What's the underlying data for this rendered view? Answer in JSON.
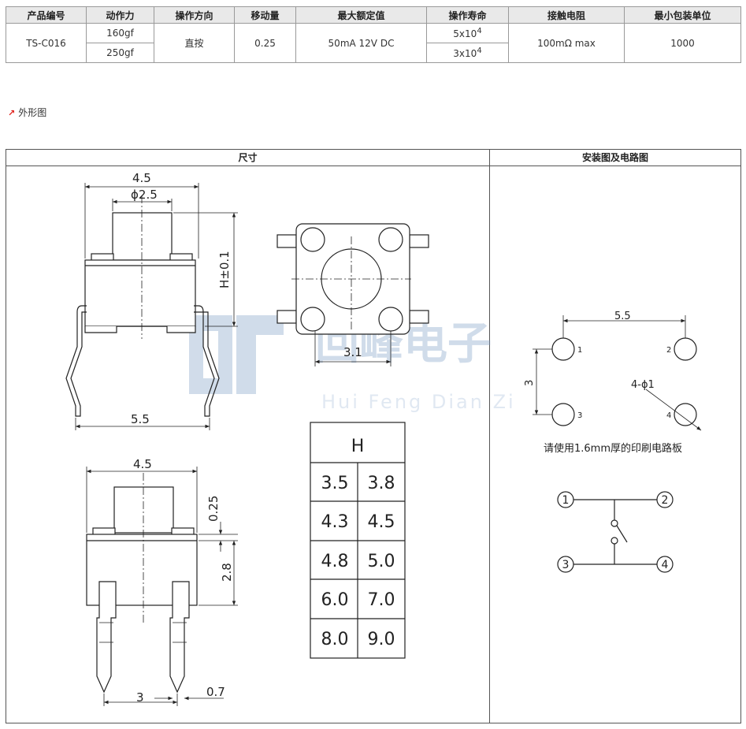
{
  "spec_table": {
    "headers": [
      "产品编号",
      "动作力",
      "操作方向",
      "移动量",
      "最大额定值",
      "操作寿命",
      "接触电阻",
      "最小包装单位"
    ],
    "part_no": "TS-C016",
    "forces": [
      "160gf",
      "250gf"
    ],
    "direction": "直按",
    "travel": "0.25",
    "rating": "50mA 12V DC",
    "life": [
      {
        "base": "5x10",
        "exp": "4"
      },
      {
        "base": "3x10",
        "exp": "4"
      }
    ],
    "resistance": "100mΩ max",
    "min_pack": "1000"
  },
  "section_title": "外形图",
  "panel": {
    "left_header": "尺寸",
    "right_header": "安装图及电路图"
  },
  "dims": {
    "top_width": "4.5",
    "stem_dia": "ϕ2.5",
    "height": "H±0.1",
    "lead_span": "5.5",
    "pin_pitch": "3.1",
    "bottom_width": "4.5",
    "travel": "0.25",
    "body_h": "2.8",
    "bottom_pitch": "3",
    "pin_w": "0.7"
  },
  "h_table": {
    "header": "H",
    "rows": [
      [
        "3.5",
        "3.8"
      ],
      [
        "4.3",
        "4.5"
      ],
      [
        "4.8",
        "5.0"
      ],
      [
        "6.0",
        "7.0"
      ],
      [
        "8.0",
        "9.0"
      ]
    ]
  },
  "mount": {
    "dim_h": "5.5",
    "dim_v": "3",
    "hole_label": "4-ϕ1",
    "pins": [
      "1",
      "2",
      "3",
      "4"
    ],
    "note": "请使用1.6mm厚的印刷电路板"
  },
  "circuit": {
    "nodes": [
      "1",
      "2",
      "3",
      "4"
    ]
  },
  "watermark": {
    "cn": "回峰电子",
    "en": "Hui Feng Dian Zi"
  }
}
